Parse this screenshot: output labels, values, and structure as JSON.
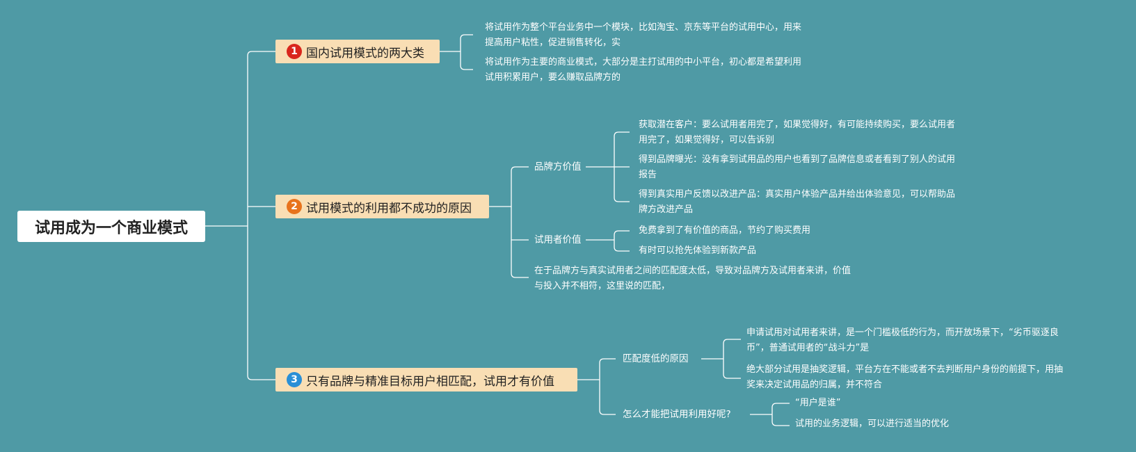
{
  "root": {
    "title": "试用成为一个商业模式"
  },
  "branches": [
    {
      "number": "1",
      "color": "#d9261c",
      "title": "国内试用模式的两大类",
      "items": [
        {
          "lines": [
            "将试用作为整个平台业务中一个模块，比如淘宝、京东等平台的试用中心，用来",
            "提高用户粘性，促进销售转化，实"
          ]
        },
        {
          "lines": [
            "将试用作为主要的商业模式，大部分是主打试用的中小平台，初心都是希望利用",
            "试用积累用户，要么赚取品牌方的"
          ]
        }
      ]
    },
    {
      "number": "2",
      "color": "#e8731c",
      "title": "试用模式的利用都不成功的原因",
      "groups": [
        {
          "title": "品牌方价值",
          "items": [
            {
              "lines": [
                "获取潜在客户：要么试用者用完了，如果觉得好，有可能持续购买，要么试用者",
                "用完了，如果觉得好，可以告诉别"
              ]
            },
            {
              "lines": [
                "得到品牌曝光：没有拿到试用品的用户也看到了品牌信息或者看到了别人的试用",
                "报告"
              ]
            },
            {
              "lines": [
                "得到真实用户反馈以改进产品：真实用户体验产品并给出体验意见，可以帮助品",
                "牌方改进产品"
              ]
            }
          ]
        },
        {
          "title": "试用者价值",
          "items": [
            {
              "lines": [
                "免费拿到了有价值的商品，节约了购买费用"
              ]
            },
            {
              "lines": [
                "有时可以抢先体验到新款产品"
              ]
            }
          ]
        }
      ],
      "note": {
        "lines": [
          "在于品牌方与真实试用者之间的匹配度太低，导致对品牌方及试用者来讲，价值",
          "与投入并不相符，这里说的匹配，"
        ]
      }
    },
    {
      "number": "3",
      "color": "#2a8fd6",
      "title": "只有品牌与精准目标用户相匹配，试用才有价值",
      "groups": [
        {
          "title": "匹配度低的原因",
          "items": [
            {
              "lines": [
                "申请试用对试用者来讲，是一个门槛极低的行为，而开放场景下，“劣币驱逐良",
                "币”，普通试用者的“战斗力”是"
              ]
            },
            {
              "lines": [
                "绝大部分试用是抽奖逻辑，平台方在不能或者不去判断用户身份的前提下，用抽",
                "奖来决定试用品的归属，并不符合"
              ]
            }
          ]
        },
        {
          "title": "怎么才能把试用利用好呢?",
          "items": [
            {
              "lines": [
                "“用户是谁”"
              ]
            },
            {
              "lines": [
                "试用的业务逻辑，可以进行适当的优化"
              ]
            }
          ]
        }
      ]
    }
  ]
}
